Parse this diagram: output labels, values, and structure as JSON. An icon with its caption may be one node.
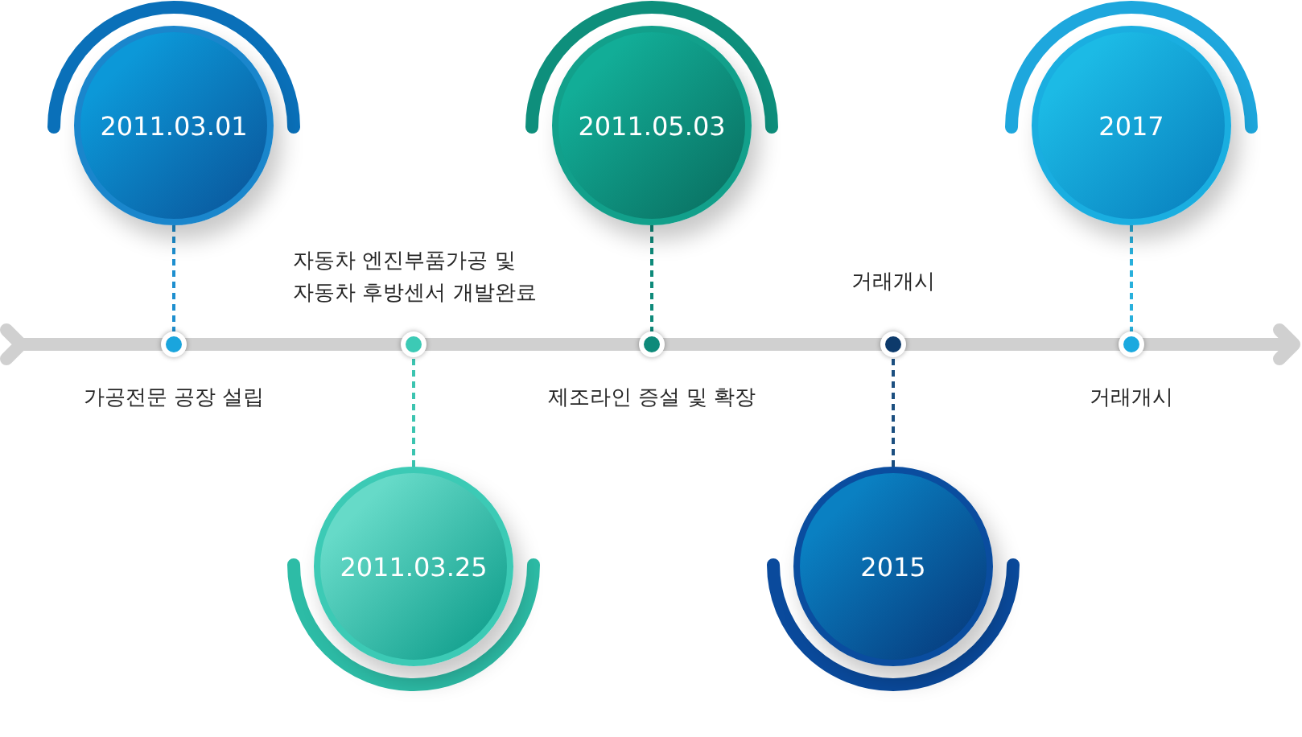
{
  "diagram": {
    "nodes": [
      {
        "text": [
          "2011.03.01"
        ]
      },
      {
        "text": [],
        "shape": "circle",
        "beside": [
          "가공전문 공장 설립"
        ]
      },
      {
        "text": [
          "2011.03.25"
        ]
      },
      {
        "text": [],
        "shape": "circle",
        "beside": [
          "자동차 엔진부품가공 및 자동차 후방센서 개발완료"
        ]
      },
      {
        "text": [
          "2011.05.03"
        ]
      },
      {
        "text": [],
        "shape": "circle",
        "beside": [
          "제조라인 증설 및 확장"
        ]
      },
      {
        "text": [
          "2015"
        ]
      },
      {
        "text": [],
        "shape": "circle",
        "beside": [
          "거래개시"
        ]
      },
      {
        "text": [
          "2017"
        ]
      },
      {
        "text": [],
        "shape": "circle",
        "beside": [
          "거래개시"
        ]
      }
    ],
    "edges": [
      {
        "from": 0,
        "to": 1,
        "arrow": "none",
        "style": "dashed",
        "color": "#1e8fcf"
      },
      {
        "from": 2,
        "to": 3,
        "arrow": "none",
        "style": "dashed",
        "color": "#3cc4b0"
      },
      {
        "from": 4,
        "to": 5,
        "arrow": "none",
        "style": "dashed",
        "color": "#0e8a7a"
      },
      {
        "from": 6,
        "to": 7,
        "arrow": "none",
        "style": "dashed",
        "color": "#1c4f80"
      },
      {
        "from": 8,
        "to": 9,
        "arrow": "none",
        "style": "dashed",
        "color": "#28b0dc"
      }
    ]
  }
}
